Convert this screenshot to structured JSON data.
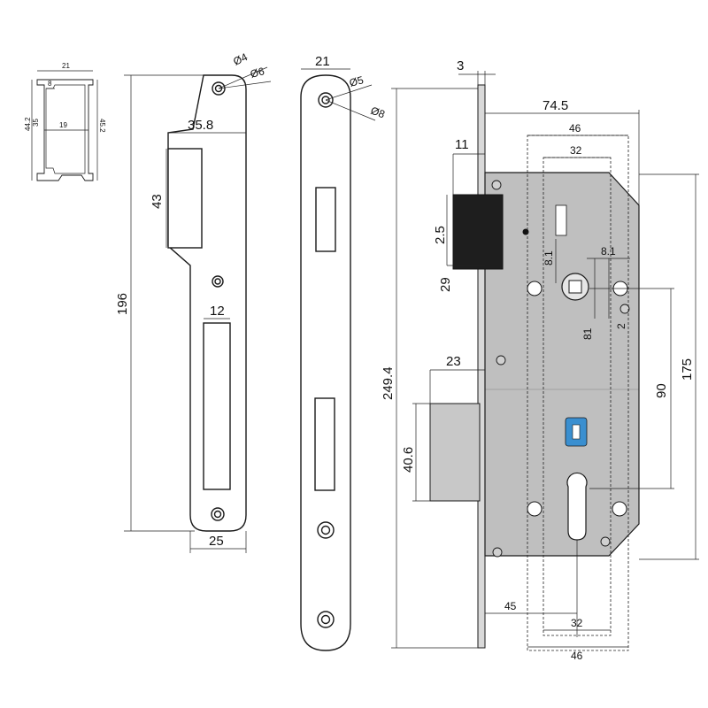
{
  "colors": {
    "line": "#1a1a1a",
    "case_fill": "#bfbfbf",
    "case_fill_light": "#d9d9d9",
    "latch_dark": "#222222",
    "bolt_fill": "#c8c8c8",
    "faceplate_edge": "#8a8a8a",
    "blue_lever": "#3a8fd0"
  },
  "profile": {
    "w21": "21",
    "w8": "8",
    "h44_2": "44.2",
    "h35": "35",
    "w19": "19",
    "h45_2": "45.2"
  },
  "strike_plate": {
    "d4": "Ø4",
    "d6": "Ø6",
    "w35_8": "35.8",
    "h43": "43",
    "w12": "12",
    "h196": "196",
    "w25": "25"
  },
  "faceplate": {
    "w21": "21",
    "d5": "Ø5",
    "d8": "Ø8"
  },
  "lock_body": {
    "t3": "3",
    "w74_5": "74.5",
    "w46_top": "46",
    "w32_top": "32",
    "w11": "11",
    "h2_5": "2.5",
    "h29": "29",
    "v8_1_left": "8.1",
    "v8_1_right": "8.1",
    "v81": "81",
    "v2": "2",
    "h249_4": "249.4",
    "w23": "23",
    "h40_6": "40.6",
    "h90": "90",
    "h175": "175",
    "w45": "45",
    "w32_bot": "32",
    "w46_bot": "46"
  }
}
